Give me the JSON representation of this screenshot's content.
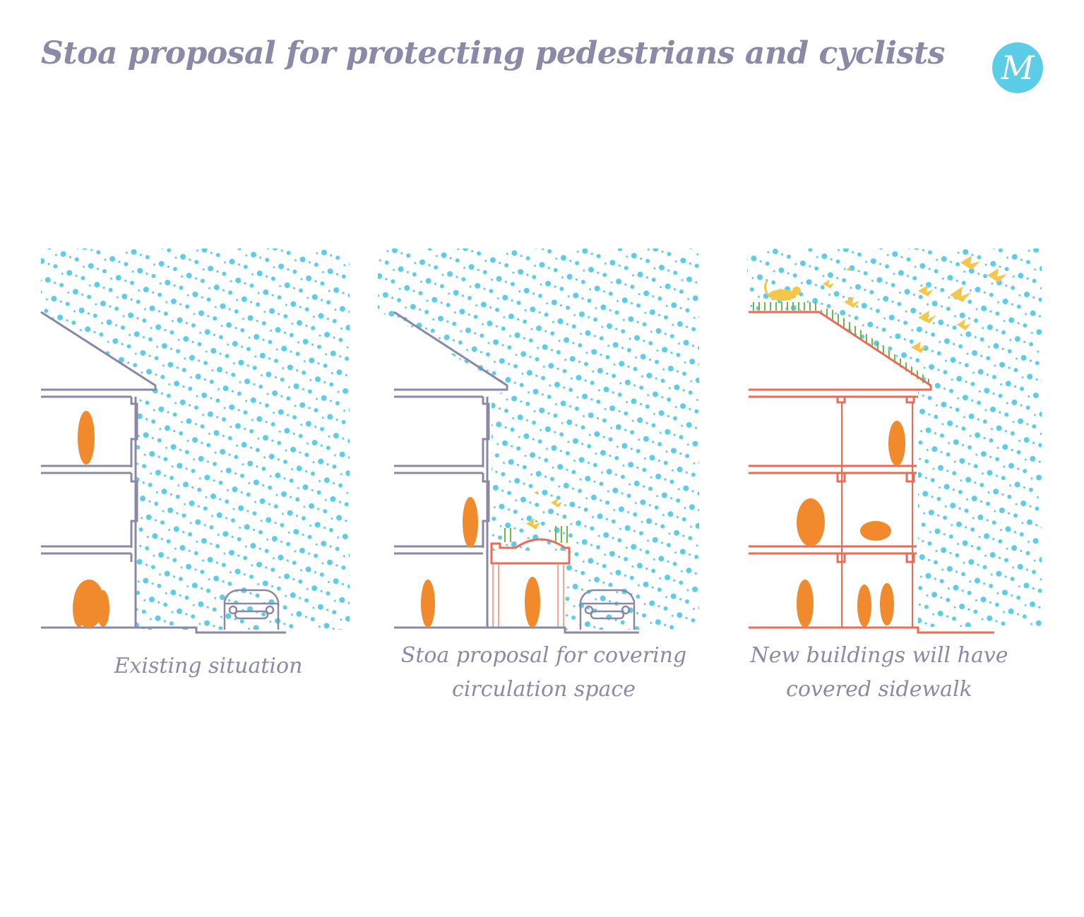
{
  "title": "Stoa proposal for protecting pedestrians and cyclists",
  "logo": {
    "letter": "M"
  },
  "colors": {
    "rain": "#5ccde6",
    "existing_structure": "#8a88a6",
    "new_structure": "#ee6a55",
    "people": "#f08a2c",
    "butterflies_birds": "#f6c64a",
    "green_roof": "#6cb84a",
    "text": "#8a8aa8"
  },
  "panels": [
    {
      "caption": "Existing situation"
    },
    {
      "caption": "Stoa proposal for covering circulation space"
    },
    {
      "caption": "New buildings will have covered sidewalk"
    }
  ]
}
